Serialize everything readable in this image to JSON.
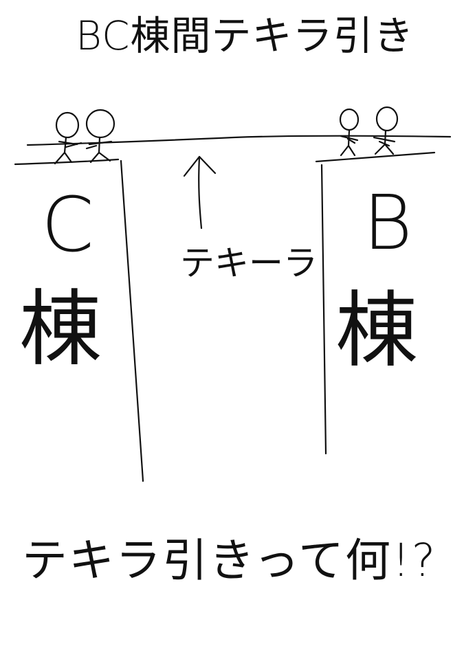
{
  "title": "BC棟間テキラ引き",
  "buildings": {
    "left": {
      "letter": "C",
      "kanji": "棟"
    },
    "right": {
      "letter": "B",
      "kanji": "棟"
    }
  },
  "rope_label": "テキーラ",
  "question": "テキラ引きって何!?"
}
